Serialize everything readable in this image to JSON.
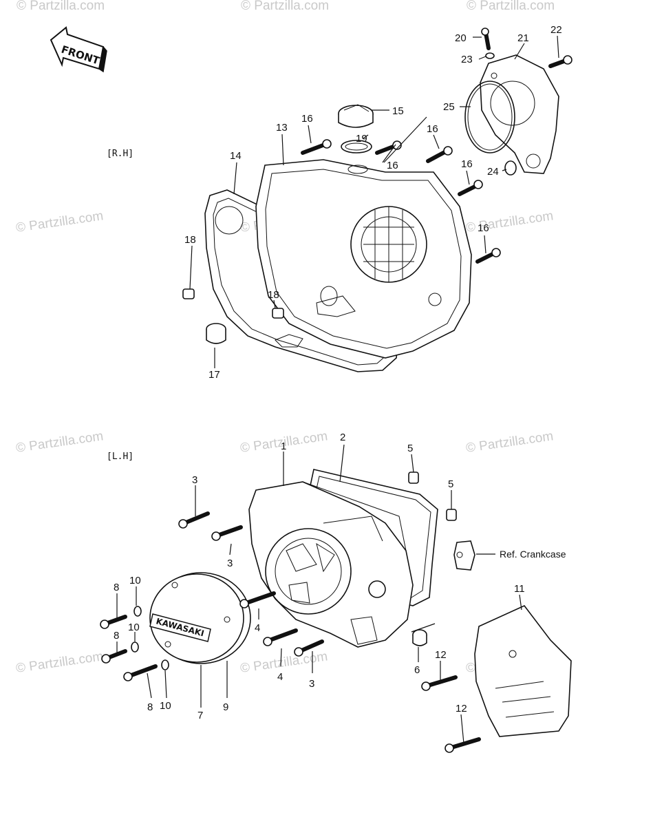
{
  "watermark": "© Partzilla.com",
  "front_arrow": "FRONT",
  "sections": {
    "rh": "[R.H]",
    "lh": "[L.H]"
  },
  "cover_brand": "KAWASAKI",
  "ref_crankcase": "Ref. Crankcase",
  "callouts": {
    "rh": {
      "c13": "13",
      "c14": "14",
      "c15": "15",
      "c16a": "16",
      "c16b": "16",
      "c16c": "16",
      "c16d": "16",
      "c16e": "16",
      "c17": "17",
      "c18a": "18",
      "c18b": "18",
      "c19": "19",
      "c20": "20",
      "c21": "21",
      "c22": "22",
      "c23": "23",
      "c24": "24",
      "c25": "25"
    },
    "lh": {
      "c1": "1",
      "c2": "2",
      "c3a": "3",
      "c3b": "3",
      "c3c": "3",
      "c4a": "4",
      "c4b": "4",
      "c5a": "5",
      "c5b": "5",
      "c6": "6",
      "c7": "7",
      "c8a": "8",
      "c8b": "8",
      "c8c": "8",
      "c9": "9",
      "c10a": "10",
      "c10b": "10",
      "c10c": "10",
      "c11": "11",
      "c12a": "12",
      "c12b": "12"
    }
  }
}
